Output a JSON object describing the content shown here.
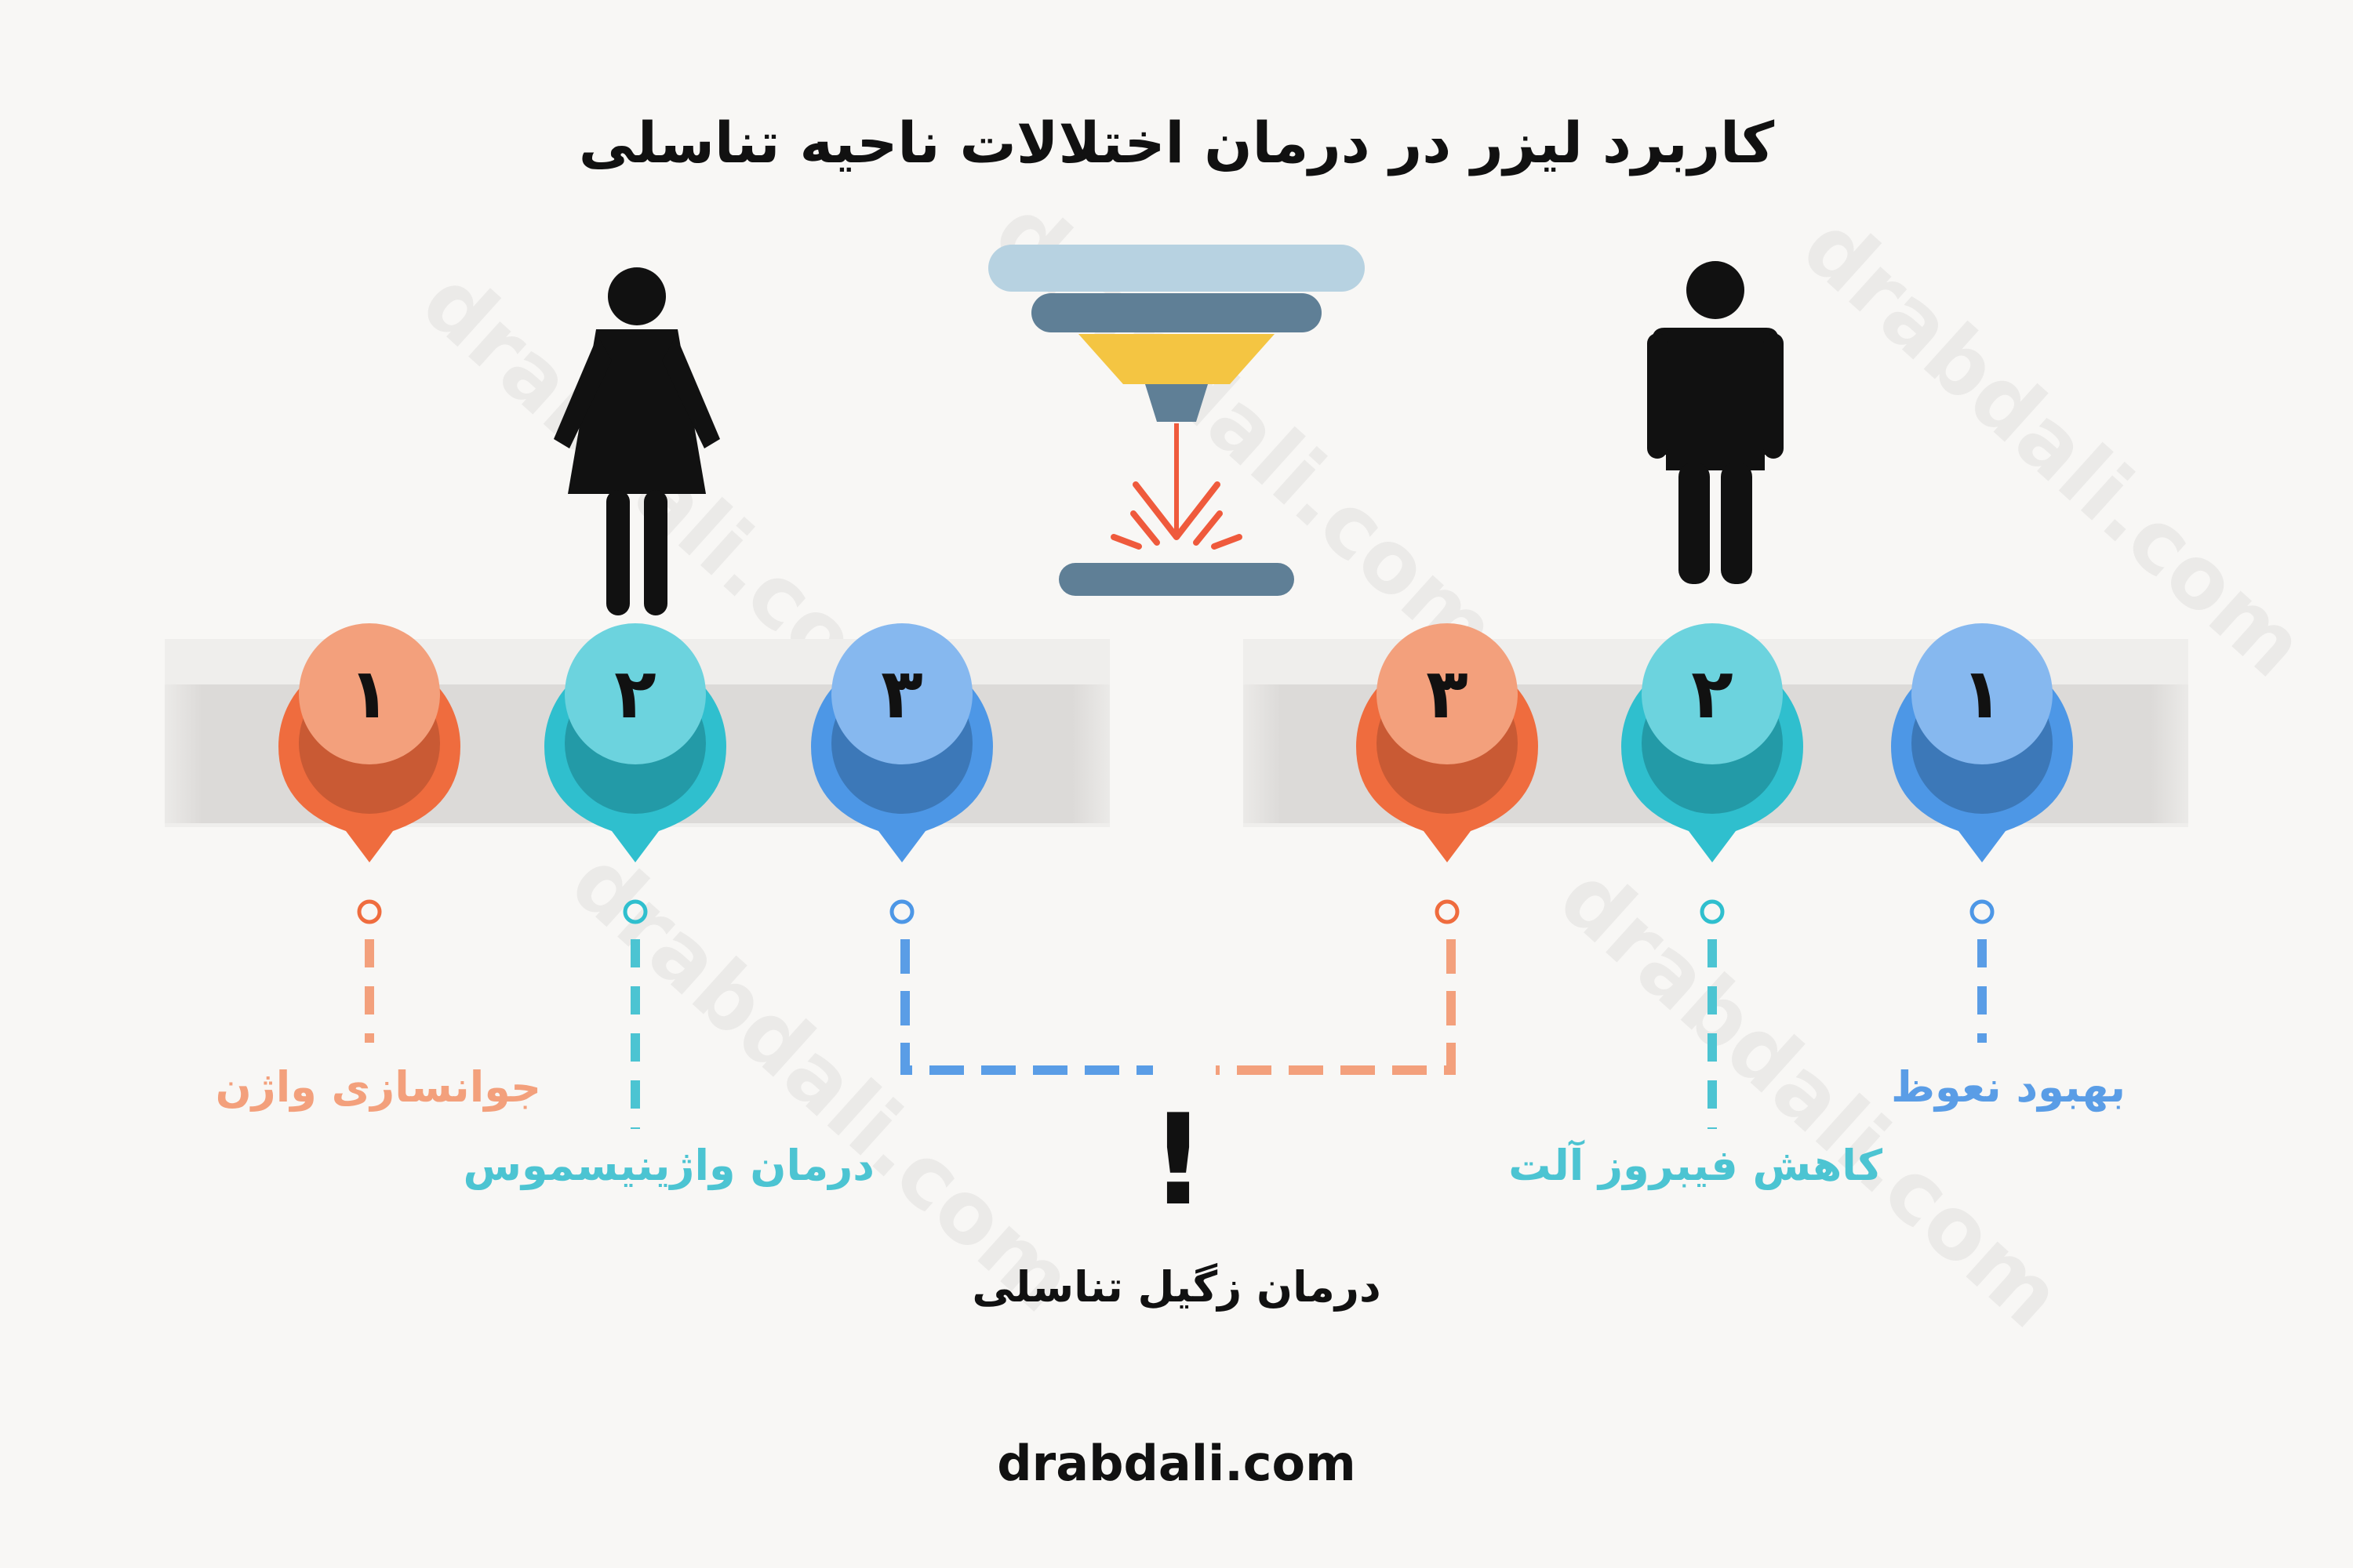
{
  "title": "کاربرد لیزر در درمان اختلالات ناحیه تناسلی",
  "footer": "drabdali.com",
  "watermark": "drabdali.com",
  "colors": {
    "orange": "#ef6c3e",
    "teal": "#2fbfce",
    "blue": "#4d97e6",
    "orange_light": "#f3a07c",
    "teal_light": "#6cd3de",
    "blue_light": "#86b8ef",
    "track": "#dcdad8"
  },
  "female": {
    "icon": "woman-icon",
    "markers": [
      {
        "number": "۱",
        "color": "orange",
        "label": "جوانسازی واژن"
      },
      {
        "number": "۲",
        "color": "teal",
        "label": "درمان واژینیسموس"
      },
      {
        "number": "۳",
        "color": "blue",
        "label": ""
      }
    ]
  },
  "male": {
    "icon": "man-icon",
    "markers": [
      {
        "number": "۳",
        "color": "orange",
        "label": ""
      },
      {
        "number": "۲",
        "color": "teal",
        "label": "کاهش فیبروز آلت"
      },
      {
        "number": "۱",
        "color": "blue",
        "label": "بهبود نعوظ"
      }
    ]
  },
  "center": {
    "icon": "laser-device-icon",
    "shared_label": "درمان زگیل تناسلی",
    "mark": "!"
  }
}
